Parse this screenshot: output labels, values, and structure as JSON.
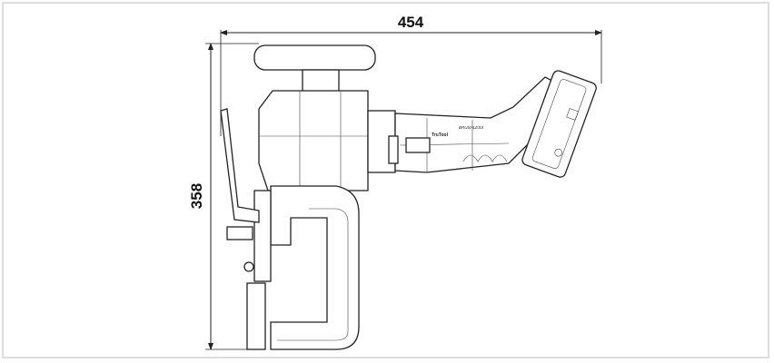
{
  "drawing": {
    "width_dimension": "454",
    "height_dimension": "358",
    "brand_label": "TruTool",
    "motor_label": "BRUSHLESS"
  },
  "colors": {
    "line": "#222222",
    "frame": "#dddddd"
  }
}
